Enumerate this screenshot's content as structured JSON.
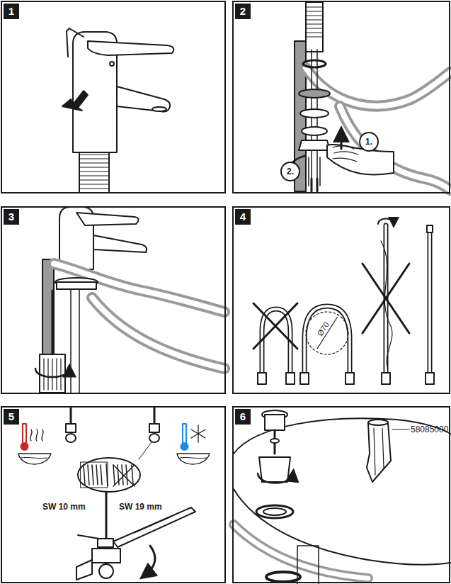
{
  "diagram": {
    "nodes": [
      {
        "text": [
          "1"
        ]
      },
      {
        "text": [
          "2"
        ]
      },
      {
        "text": [
          "1."
        ],
        "in": 1
      },
      {
        "text": [
          "2."
        ],
        "in": 1
      },
      {
        "text": [
          "3"
        ]
      },
      {
        "text": [
          "4"
        ]
      },
      {
        "text": [
          "5"
        ]
      },
      {
        "text": [
          "6"
        ]
      }
    ],
    "labels": [
      "Ø70",
      "SW 10 mm",
      "SW 19 mm",
      "58085000"
    ]
  }
}
